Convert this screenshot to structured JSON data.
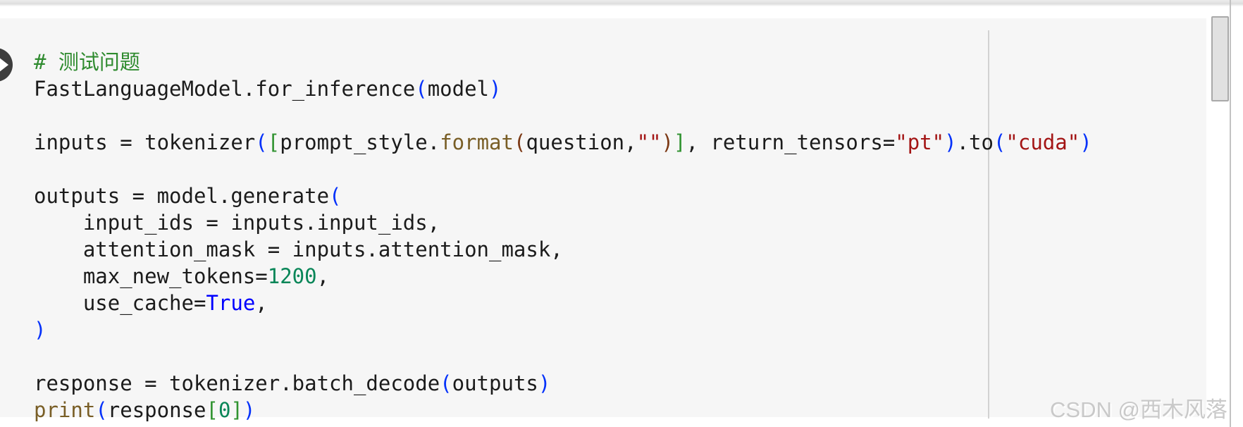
{
  "colors": {
    "default": "#1b1b1b",
    "comment": "#2f8b2f",
    "string": "#a31515",
    "number": "#098658",
    "keyword": "#0000ff",
    "builtin": "#795e26",
    "bracket1": "#0431fa",
    "bracket2": "#319331",
    "bracket3": "#7b3814",
    "cell_background": "#f6f6f6"
  },
  "icons": {
    "run_cell": "play-icon"
  },
  "editor": {
    "code": {
      "lines": [
        [
          {
            "c": "comment",
            "t": "# 测试问题"
          }
        ],
        [
          {
            "c": "default",
            "t": "FastLanguageModel.for_inference"
          },
          {
            "c": "b1",
            "t": "("
          },
          {
            "c": "default",
            "t": "model"
          },
          {
            "c": "b1",
            "t": ")"
          }
        ],
        [],
        [
          {
            "c": "default",
            "t": "inputs = tokenizer"
          },
          {
            "c": "b1",
            "t": "("
          },
          {
            "c": "b2",
            "t": "["
          },
          {
            "c": "default",
            "t": "prompt_style."
          },
          {
            "c": "builtin",
            "t": "format"
          },
          {
            "c": "b3",
            "t": "("
          },
          {
            "c": "default",
            "t": "question,"
          },
          {
            "c": "string",
            "t": "\"\""
          },
          {
            "c": "b3",
            "t": ")"
          },
          {
            "c": "b2",
            "t": "]"
          },
          {
            "c": "default",
            "t": ", return_tensors="
          },
          {
            "c": "string",
            "t": "\"pt\""
          },
          {
            "c": "b1",
            "t": ")"
          },
          {
            "c": "default",
            "t": ".to"
          },
          {
            "c": "b1",
            "t": "("
          },
          {
            "c": "string",
            "t": "\"cuda\""
          },
          {
            "c": "b1",
            "t": ")"
          }
        ],
        [],
        [
          {
            "c": "default",
            "t": "outputs = model.generate"
          },
          {
            "c": "b1",
            "t": "("
          }
        ],
        [
          {
            "c": "default",
            "t": "    input_ids = inputs.input_ids,"
          }
        ],
        [
          {
            "c": "default",
            "t": "    attention_mask = inputs.attention_mask,"
          }
        ],
        [
          {
            "c": "default",
            "t": "    max_new_tokens="
          },
          {
            "c": "number",
            "t": "1200"
          },
          {
            "c": "default",
            "t": ","
          }
        ],
        [
          {
            "c": "default",
            "t": "    use_cache="
          },
          {
            "c": "keyword",
            "t": "True"
          },
          {
            "c": "default",
            "t": ","
          }
        ],
        [
          {
            "c": "b1",
            "t": ")"
          }
        ],
        [],
        [
          {
            "c": "default",
            "t": "response = tokenizer.batch_decode"
          },
          {
            "c": "b1",
            "t": "("
          },
          {
            "c": "default",
            "t": "outputs"
          },
          {
            "c": "b1",
            "t": ")"
          }
        ],
        [
          {
            "c": "builtin",
            "t": "print"
          },
          {
            "c": "b1",
            "t": "("
          },
          {
            "c": "default",
            "t": "response"
          },
          {
            "c": "b2",
            "t": "["
          },
          {
            "c": "number",
            "t": "0"
          },
          {
            "c": "b2",
            "t": "]"
          },
          {
            "c": "b1",
            "t": ")"
          }
        ]
      ]
    }
  },
  "watermark": {
    "text": "CSDN @西木风落"
  }
}
